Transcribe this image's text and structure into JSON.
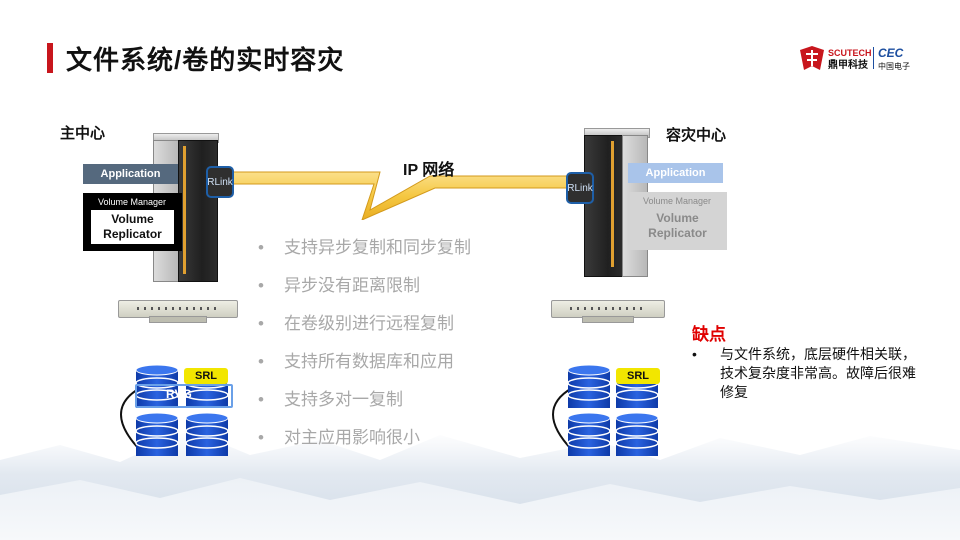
{
  "slide": {
    "title": "文件系统/卷的实时容灾"
  },
  "logo": {
    "brand_en": "SCUTECH",
    "brand_cn": "鼎甲科技",
    "partner_en": "CEC",
    "partner_cn": "中国电子",
    "colors": {
      "red": "#c8161d",
      "blue": "#1d4fa0"
    }
  },
  "primary_site": {
    "label": "主中心",
    "application": "Application",
    "volume_manager": "Volume Manager",
    "replicator": "Volume Replicator",
    "rlink": "RLink",
    "srl": "SRL",
    "rvg": "RVG"
  },
  "dr_site": {
    "label": "容灾中心",
    "application": "Application",
    "volume_manager": "Volume Manager",
    "replicator": "Volume Replicator",
    "rlink": "RLink",
    "srl": "SRL"
  },
  "network": {
    "label": "IP 网络"
  },
  "features": [
    "支持异步复制和同步复制",
    "异步没有距离限制",
    "在卷级别进行远程复制",
    "支持所有数据库和应用",
    "支持多对一复制",
    "对主应用影响很小"
  ],
  "bullet_glyph": "•",
  "cons": {
    "title": "缺点",
    "bullet": "•",
    "text": "与文件系统，底层硬件相关联，技术复杂度非常高。故障后很难修复"
  },
  "colors": {
    "accent_red": "#c8161d",
    "cons_title": "#e00000",
    "disk_blue": "#1646b8",
    "srl_yellow": "#f2e600",
    "link_yellow": "#f5c842",
    "feature_gray": "#a8a8a8"
  }
}
